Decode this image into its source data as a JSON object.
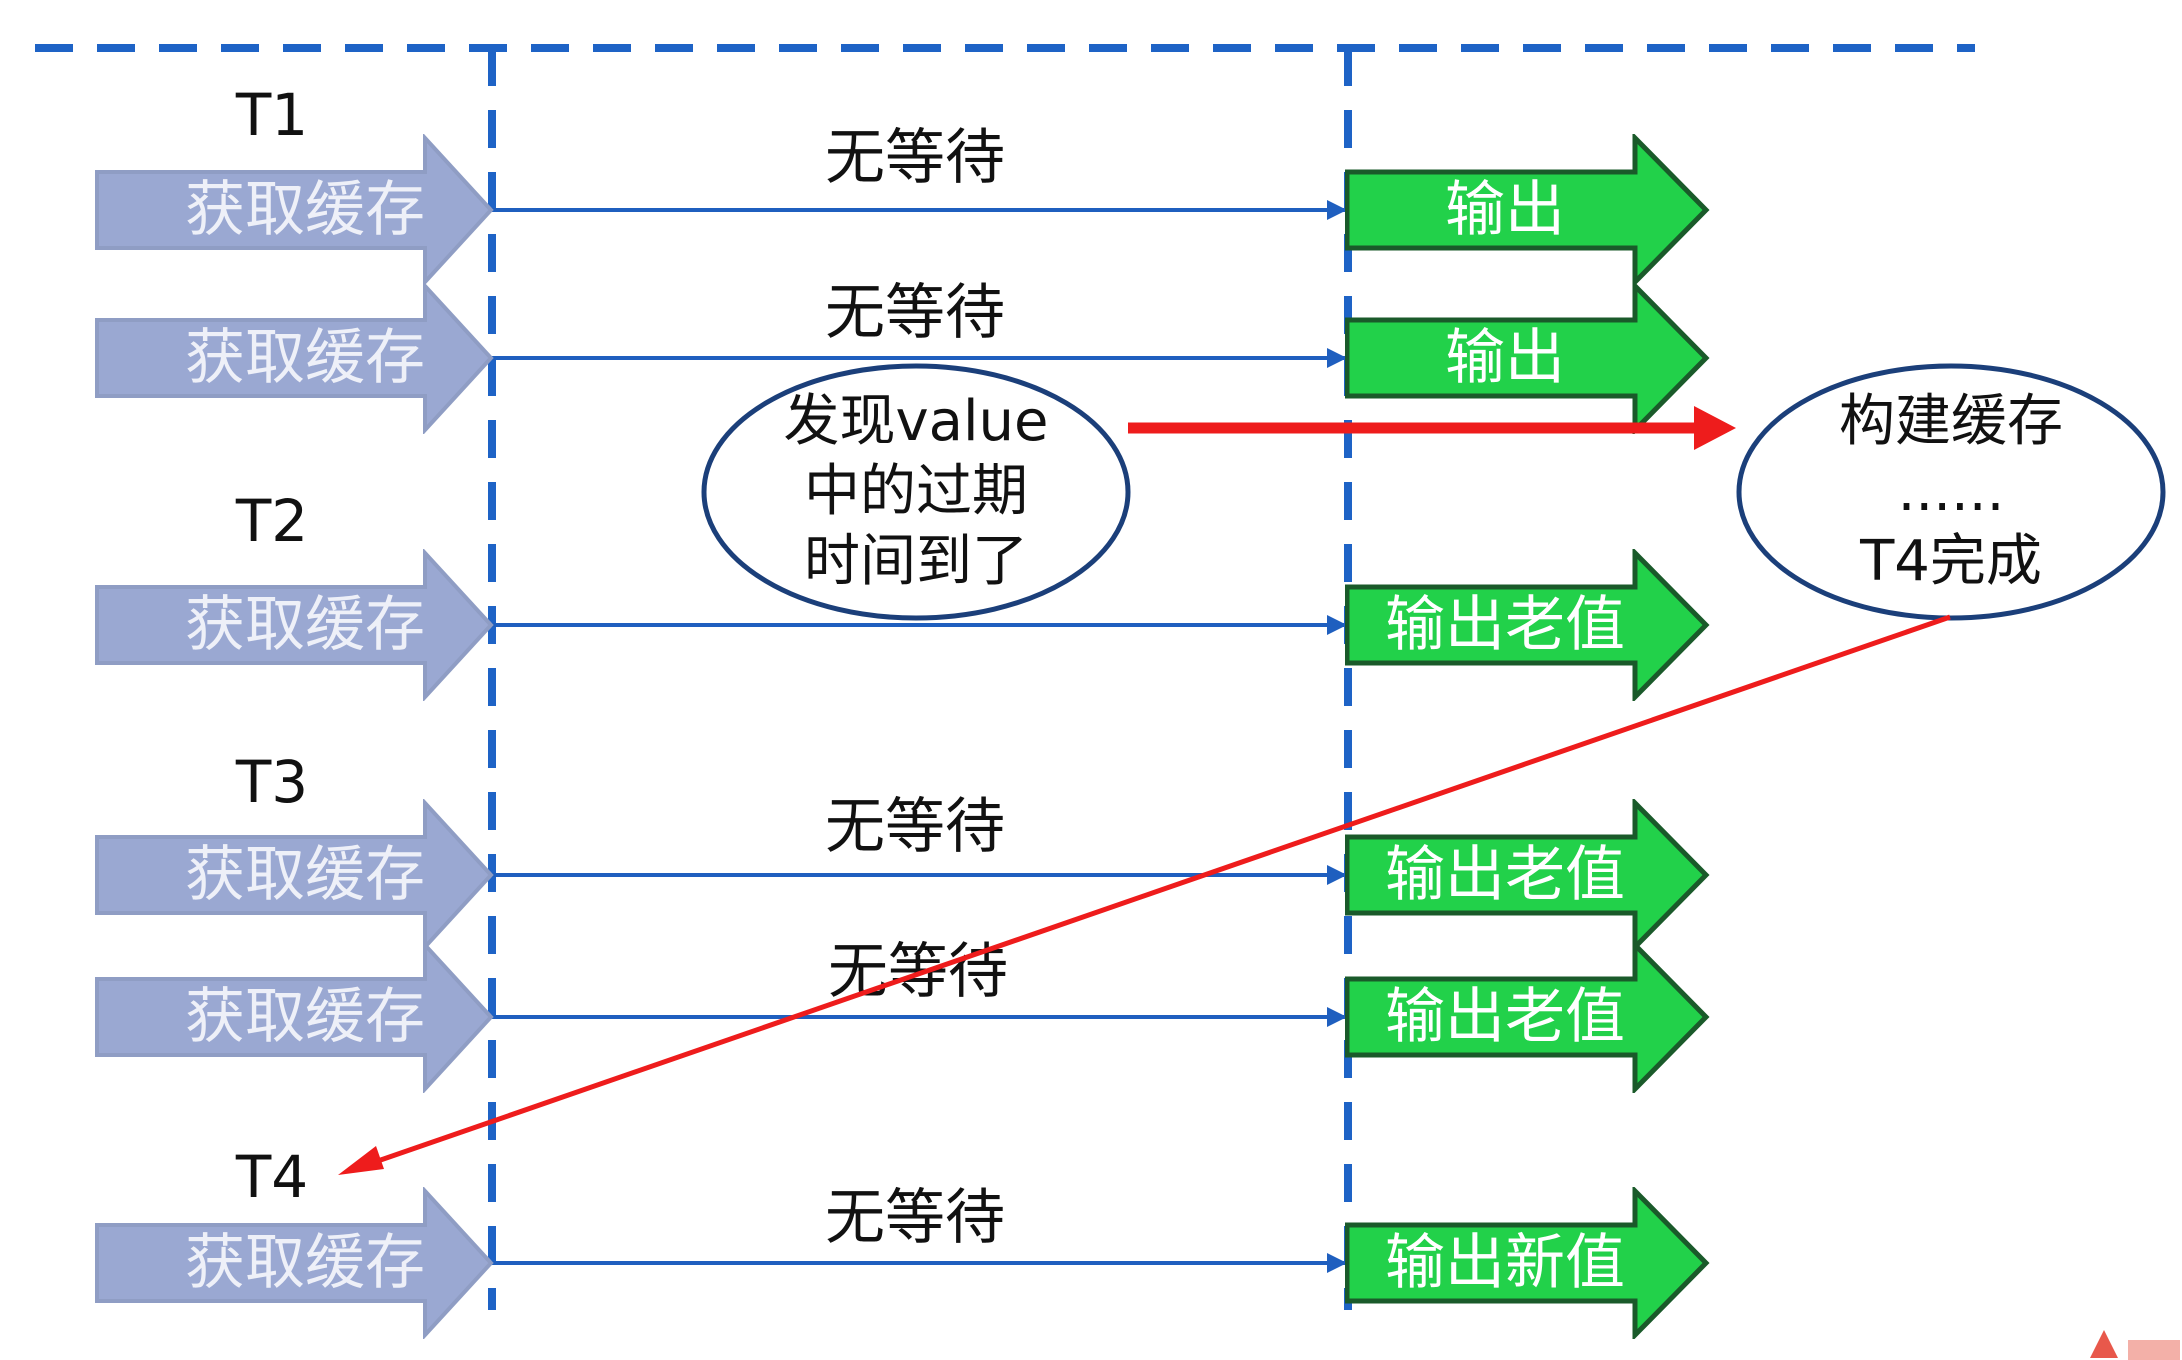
{
  "threads": [
    "T1",
    "T2",
    "T3",
    "T4"
  ],
  "left_arrow_label": "获取缓存",
  "wait_label": "无等待",
  "outputs": [
    "输出",
    "输出",
    "输出老值",
    "输出老值",
    "输出老值",
    "输出新值"
  ],
  "expire_bubble": {
    "lines": [
      "发现value",
      "中的过期",
      "时间到了"
    ]
  },
  "build_bubble": {
    "lines": [
      "构建缓存",
      "......",
      "T4完成"
    ]
  },
  "colors": {
    "dashed_line": "#1e63c6",
    "flow_line": "#1f5fbf",
    "get_arrow_fill": "#9aa8d2",
    "get_arrow_stroke": "#8f9dc4",
    "output_fill": "#22d14a",
    "output_stroke": "#1a5a2a",
    "bubble_stroke": "#1b3f7a",
    "red_arrow": "#ee1c1c"
  },
  "icons": {
    "get_arrow": "block-arrow-right-icon",
    "output_arrow": "block-arrow-right-icon",
    "corner_logo": "logo-icon"
  }
}
